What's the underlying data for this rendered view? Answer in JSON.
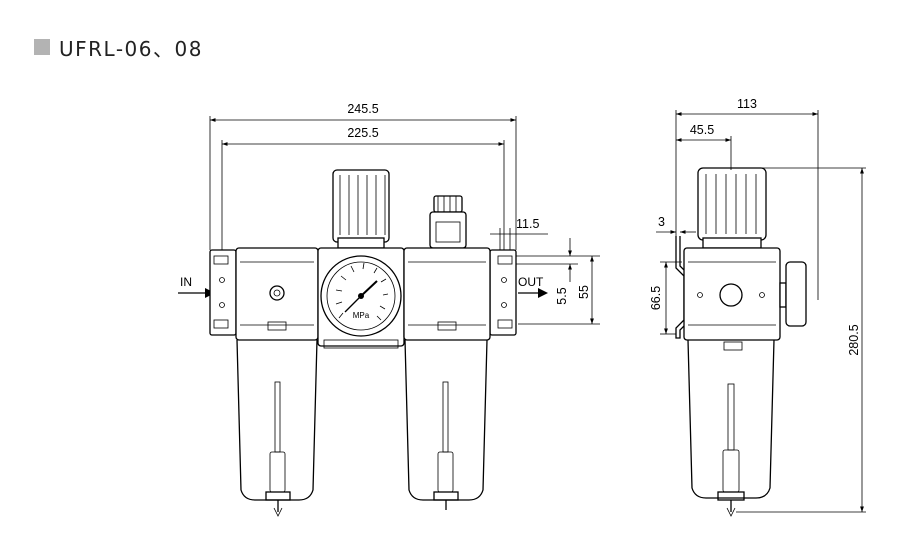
{
  "title": "UFRL-06、08",
  "labels": {
    "inlet": "IN",
    "outlet": "OUT",
    "gauge_unit": "MPa"
  },
  "dimensions": {
    "overall_width": "245.5",
    "mount_width": "225.5",
    "port_offset": "11.5",
    "port_height_small": "5.5",
    "port_height": "55",
    "side_depth": "113",
    "side_offset": "45.5",
    "bracket_thickness": "3",
    "bracket_height": "66.5",
    "overall_height": "280.5"
  },
  "colors": {
    "line": "#000000",
    "title_marker": "#b3b3b3",
    "title_text": "#222222"
  }
}
